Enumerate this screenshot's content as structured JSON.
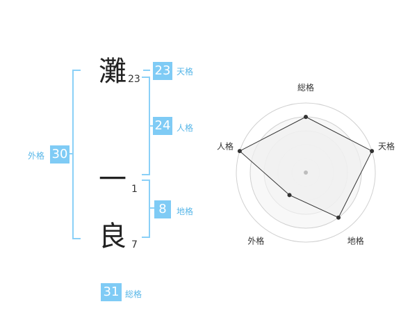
{
  "name_chars": [
    {
      "char": "灘",
      "strokes": "23"
    },
    {
      "char": "一",
      "strokes": "1"
    },
    {
      "char": "良",
      "strokes": "7"
    }
  ],
  "kaku": {
    "tenkaku": {
      "value": "23",
      "label": "天格"
    },
    "jinkaku": {
      "value": "24",
      "label": "人格"
    },
    "chikaku": {
      "value": "8",
      "label": "地格"
    },
    "gaikaku": {
      "value": "30",
      "label": "外格"
    },
    "soukaku": {
      "value": "31",
      "label": "総格"
    }
  },
  "colors": {
    "accent": "#7fcbf5",
    "accent_text": "#59b7e8",
    "radar_fill": "#efefef",
    "radar_ring": "#d0d0d0"
  },
  "chart_data": {
    "type": "radar",
    "axes": [
      "総格",
      "天格",
      "地格",
      "外格",
      "人格"
    ],
    "levels": 4,
    "values": [
      4,
      5,
      4,
      2,
      5
    ],
    "max": 5
  }
}
